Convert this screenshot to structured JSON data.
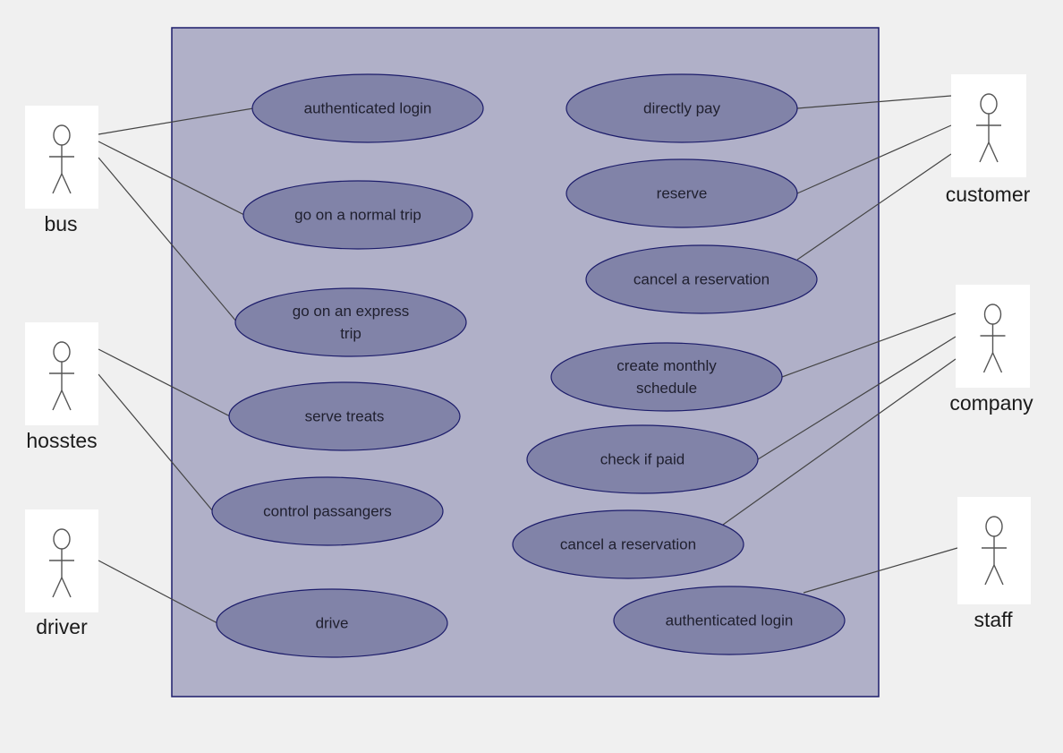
{
  "colors": {
    "background": "#f0f0f0",
    "system_fill": "#b0b0c8",
    "system_stroke": "#1c1c6a",
    "usecase_fill": "#8183a8",
    "usecase_stroke": "#1c1c6a",
    "actor_box": "#ffffff",
    "actor_stroke": "#555555",
    "association_line": "#444444"
  },
  "actors": [
    {
      "id": "bus",
      "label": "bus"
    },
    {
      "id": "hosstes",
      "label": "hosstes"
    },
    {
      "id": "driver",
      "label": "driver"
    },
    {
      "id": "customer",
      "label": "customer"
    },
    {
      "id": "company",
      "label": "company"
    },
    {
      "id": "staff",
      "label": "staff"
    }
  ],
  "use_cases": [
    {
      "id": "uc1",
      "lines": [
        "authenticated login"
      ]
    },
    {
      "id": "uc2",
      "lines": [
        "go on a normal trip"
      ]
    },
    {
      "id": "uc3",
      "lines": [
        "go on an express",
        "trip"
      ]
    },
    {
      "id": "uc4",
      "lines": [
        "serve treats"
      ]
    },
    {
      "id": "uc5",
      "lines": [
        "control passangers"
      ]
    },
    {
      "id": "uc6",
      "lines": [
        "drive"
      ]
    },
    {
      "id": "uc7",
      "lines": [
        "directly pay"
      ]
    },
    {
      "id": "uc8",
      "lines": [
        "reserve"
      ]
    },
    {
      "id": "uc9",
      "lines": [
        "cancel a reservation"
      ]
    },
    {
      "id": "uc10",
      "lines": [
        "create monthly",
        "schedule"
      ]
    },
    {
      "id": "uc11",
      "lines": [
        "check if paid"
      ]
    },
    {
      "id": "uc12",
      "lines": [
        "cancel a reservation"
      ]
    },
    {
      "id": "uc13",
      "lines": [
        "authenticated login"
      ]
    }
  ],
  "associations": [
    {
      "actor": "bus",
      "use_case": "uc1"
    },
    {
      "actor": "bus",
      "use_case": "uc2"
    },
    {
      "actor": "bus",
      "use_case": "uc3"
    },
    {
      "actor": "hosstes",
      "use_case": "uc4"
    },
    {
      "actor": "hosstes",
      "use_case": "uc5"
    },
    {
      "actor": "driver",
      "use_case": "uc6"
    },
    {
      "actor": "customer",
      "use_case": "uc7"
    },
    {
      "actor": "customer",
      "use_case": "uc8"
    },
    {
      "actor": "customer",
      "use_case": "uc9"
    },
    {
      "actor": "company",
      "use_case": "uc10"
    },
    {
      "actor": "company",
      "use_case": "uc11"
    },
    {
      "actor": "company",
      "use_case": "uc12"
    },
    {
      "actor": "staff",
      "use_case": "uc13"
    }
  ]
}
